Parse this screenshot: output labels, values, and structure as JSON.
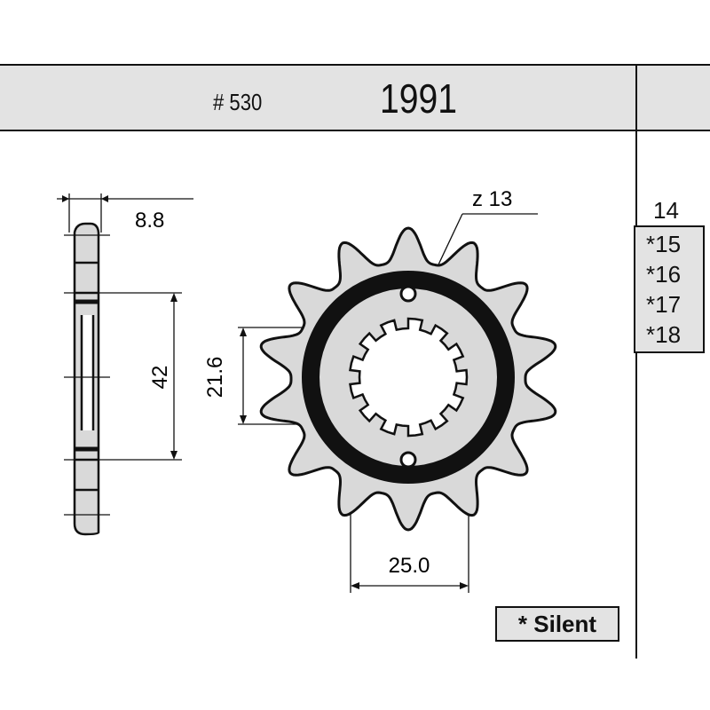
{
  "header": {
    "chain_pitch": "# 530",
    "part_number": "1991"
  },
  "teeth_options": {
    "standard": "14",
    "silent": [
      "*15",
      "*16",
      "*17",
      "*18"
    ]
  },
  "legend": {
    "silent_label": "* Silent"
  },
  "dimensions": {
    "width": "8.8",
    "hole_spacing": "42",
    "spline_inner": "21.6",
    "spline_outer": "25.0",
    "spline_count": "z 13"
  },
  "sprocket": {
    "teeth": 14,
    "splines": 13
  },
  "colors": {
    "fill": "#d9d9d9",
    "line": "#111111"
  }
}
